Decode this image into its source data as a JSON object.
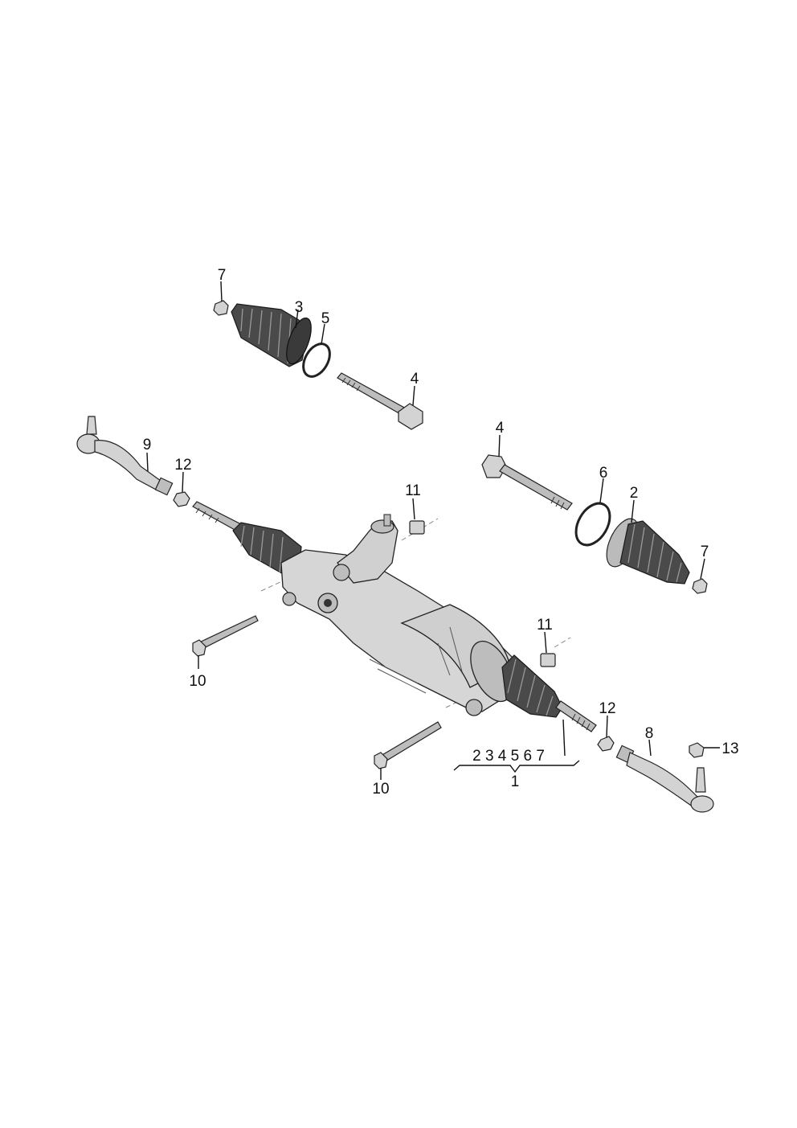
{
  "diagram": {
    "callouts": [
      {
        "id": "c7a",
        "text": "7"
      },
      {
        "id": "c3",
        "text": "3"
      },
      {
        "id": "c5",
        "text": "5"
      },
      {
        "id": "c4a",
        "text": "4"
      },
      {
        "id": "c9",
        "text": "9"
      },
      {
        "id": "c12a",
        "text": "12"
      },
      {
        "id": "c11a",
        "text": "11"
      },
      {
        "id": "c4b",
        "text": "4"
      },
      {
        "id": "c6",
        "text": "6"
      },
      {
        "id": "c2",
        "text": "2"
      },
      {
        "id": "c7b",
        "text": "7"
      },
      {
        "id": "c11b",
        "text": "11"
      },
      {
        "id": "c10a",
        "text": "10"
      },
      {
        "id": "c12b",
        "text": "12"
      },
      {
        "id": "c8",
        "text": "8"
      },
      {
        "id": "c13",
        "text": "13"
      },
      {
        "id": "c10b",
        "text": "10"
      },
      {
        "id": "c1",
        "text": "1"
      }
    ],
    "kit_contents": "2 3 4 5 6 7",
    "kit_number": "1"
  }
}
